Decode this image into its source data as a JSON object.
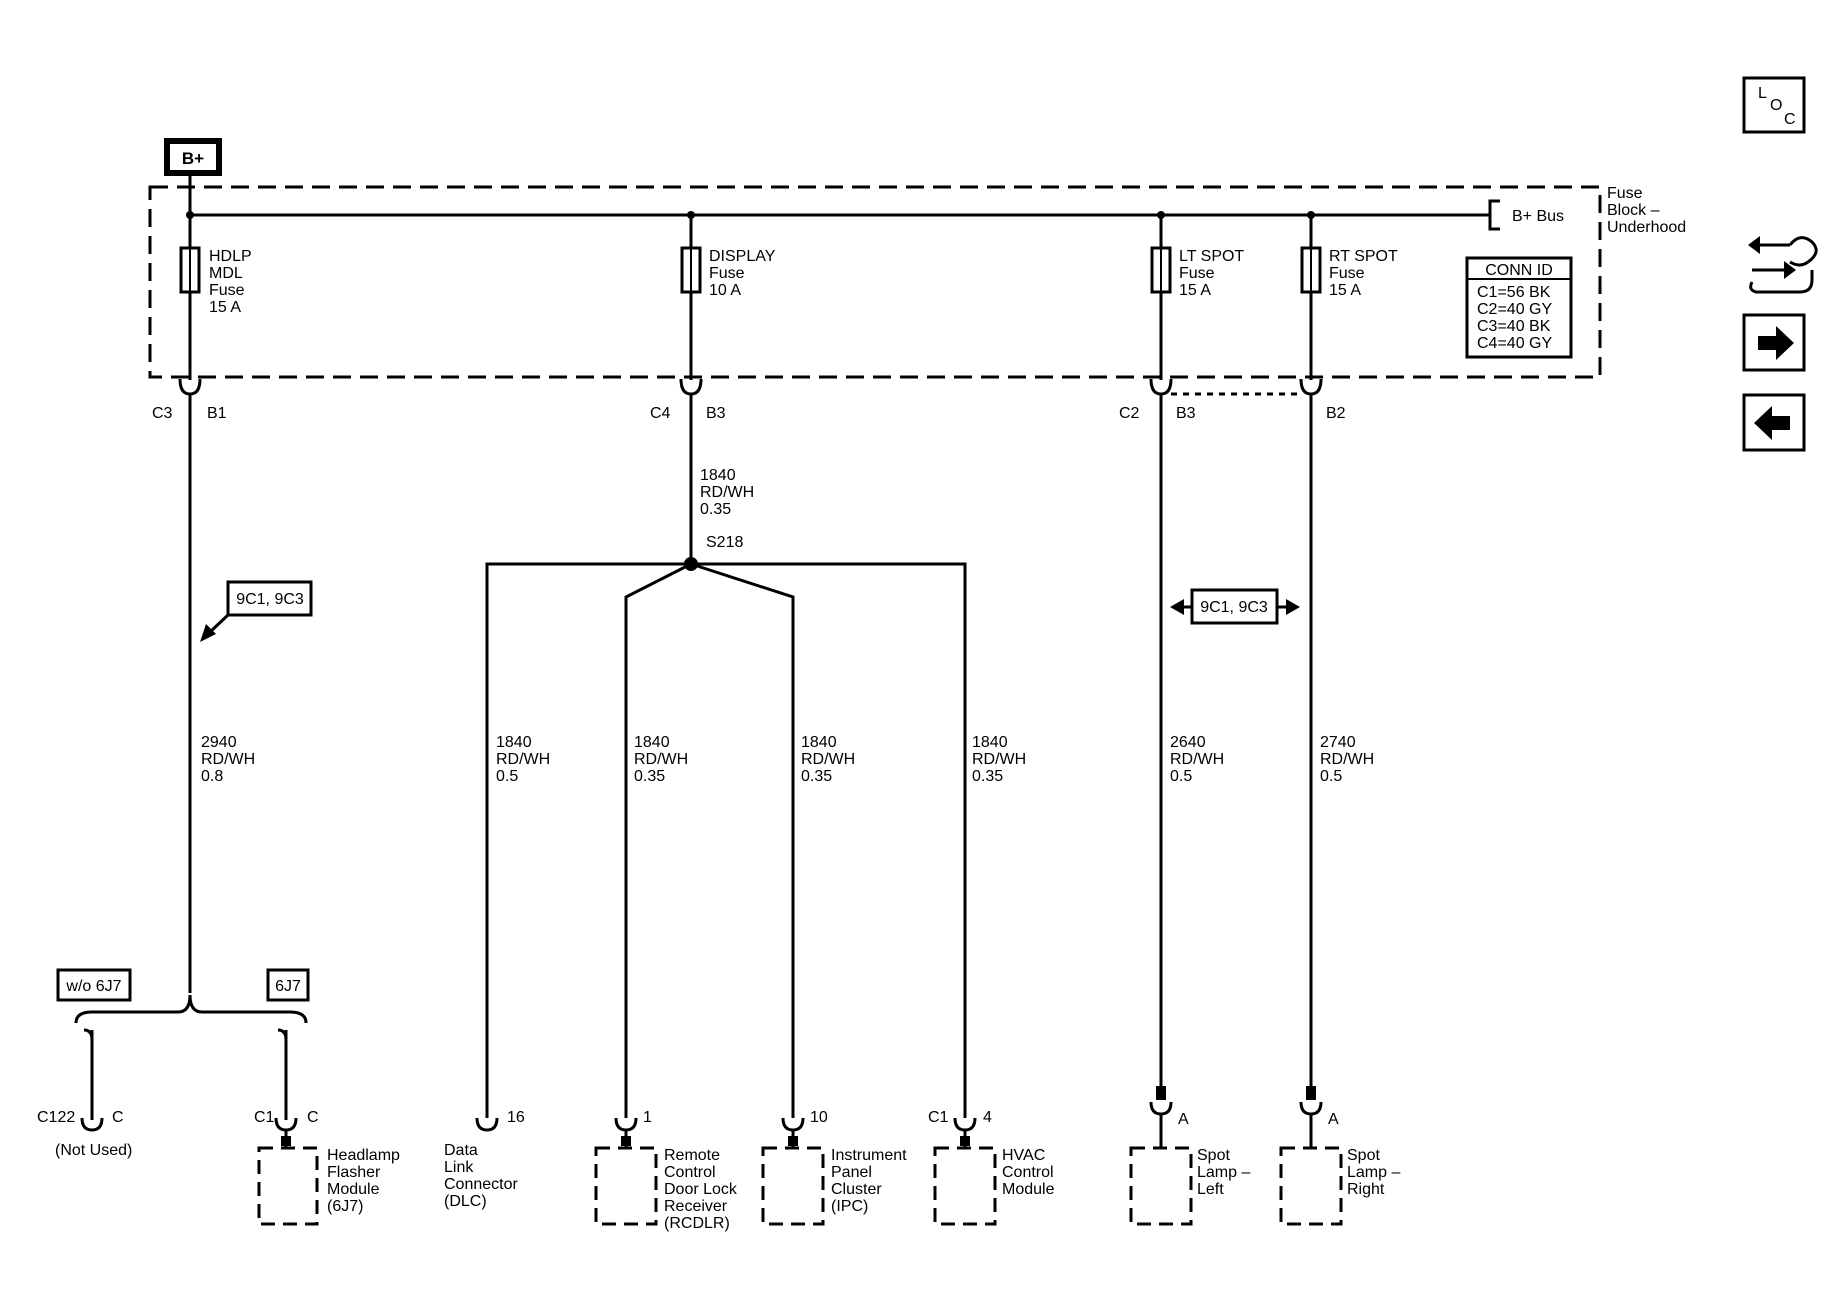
{
  "power": {
    "source": "B+",
    "bus": "B+ Bus"
  },
  "fuse_block": {
    "name": [
      "Fuse",
      "Block –",
      "Underhood"
    ]
  },
  "conn_id": {
    "title": "CONN ID",
    "rows": [
      "C1=56 BK",
      "C2=40 GY",
      "C3=40 BK",
      "C4=40 GY"
    ]
  },
  "fuses": [
    {
      "lines": [
        "HDLP",
        "MDL",
        "Fuse",
        "15 A"
      ]
    },
    {
      "lines": [
        "DISPLAY",
        "Fuse",
        "10 A"
      ]
    },
    {
      "lines": [
        "LT SPOT",
        "Fuse",
        "15 A"
      ]
    },
    {
      "lines": [
        "RT SPOT",
        "Fuse",
        "15 A"
      ]
    }
  ],
  "fuse_connectors": [
    {
      "conn": "C3",
      "pin": "B1"
    },
    {
      "conn": "C4",
      "pin": "B3"
    },
    {
      "conn": "C2",
      "pin": "B3"
    },
    {
      "conn": "",
      "pin": "B2"
    }
  ],
  "splice": "S218",
  "cross_refs": [
    "9C1, 9C3",
    "9C1, 9C3"
  ],
  "options": {
    "without": "w/o 6J7",
    "with": "6J7"
  },
  "wires": [
    [
      "1840",
      "RD/WH",
      "0.35"
    ],
    [
      "2940",
      "RD/WH",
      "0.8"
    ],
    [
      "1840",
      "RD/WH",
      "0.5"
    ],
    [
      "1840",
      "RD/WH",
      "0.35"
    ],
    [
      "1840",
      "RD/WH",
      "0.35"
    ],
    [
      "1840",
      "RD/WH",
      "0.35"
    ],
    [
      "2640",
      "RD/WH",
      "0.5"
    ],
    [
      "2740",
      "RD/WH",
      "0.5"
    ]
  ],
  "pins": [
    {
      "conn": "C122",
      "pin": "C"
    },
    {
      "conn": "C1",
      "pin": "C"
    },
    {
      "conn": "",
      "pin": "16"
    },
    {
      "conn": "",
      "pin": "1"
    },
    {
      "conn": "",
      "pin": "10"
    },
    {
      "conn": "C1",
      "pin": "4"
    },
    {
      "conn": "",
      "pin": "A"
    },
    {
      "conn": "",
      "pin": "A"
    }
  ],
  "not_used": "(Not Used)",
  "components": [
    {
      "lines": [
        "Headlamp",
        "Flasher",
        "Module",
        "(6J7)"
      ]
    },
    {
      "lines": [
        "Data",
        "Link",
        "Connector",
        "(DLC)"
      ]
    },
    {
      "lines": [
        "Remote",
        "Control",
        "Door Lock",
        "Receiver",
        "(RCDLR)"
      ]
    },
    {
      "lines": [
        "Instrument",
        "Panel",
        "Cluster",
        "(IPC)"
      ]
    },
    {
      "lines": [
        "HVAC",
        "Control",
        "Module"
      ]
    },
    {
      "lines": [
        "Spot",
        "Lamp –",
        "Left"
      ]
    },
    {
      "lines": [
        "Spot",
        "Lamp –",
        "Right"
      ]
    }
  ],
  "nav": {
    "loc": [
      "L",
      "O",
      "C"
    ]
  }
}
